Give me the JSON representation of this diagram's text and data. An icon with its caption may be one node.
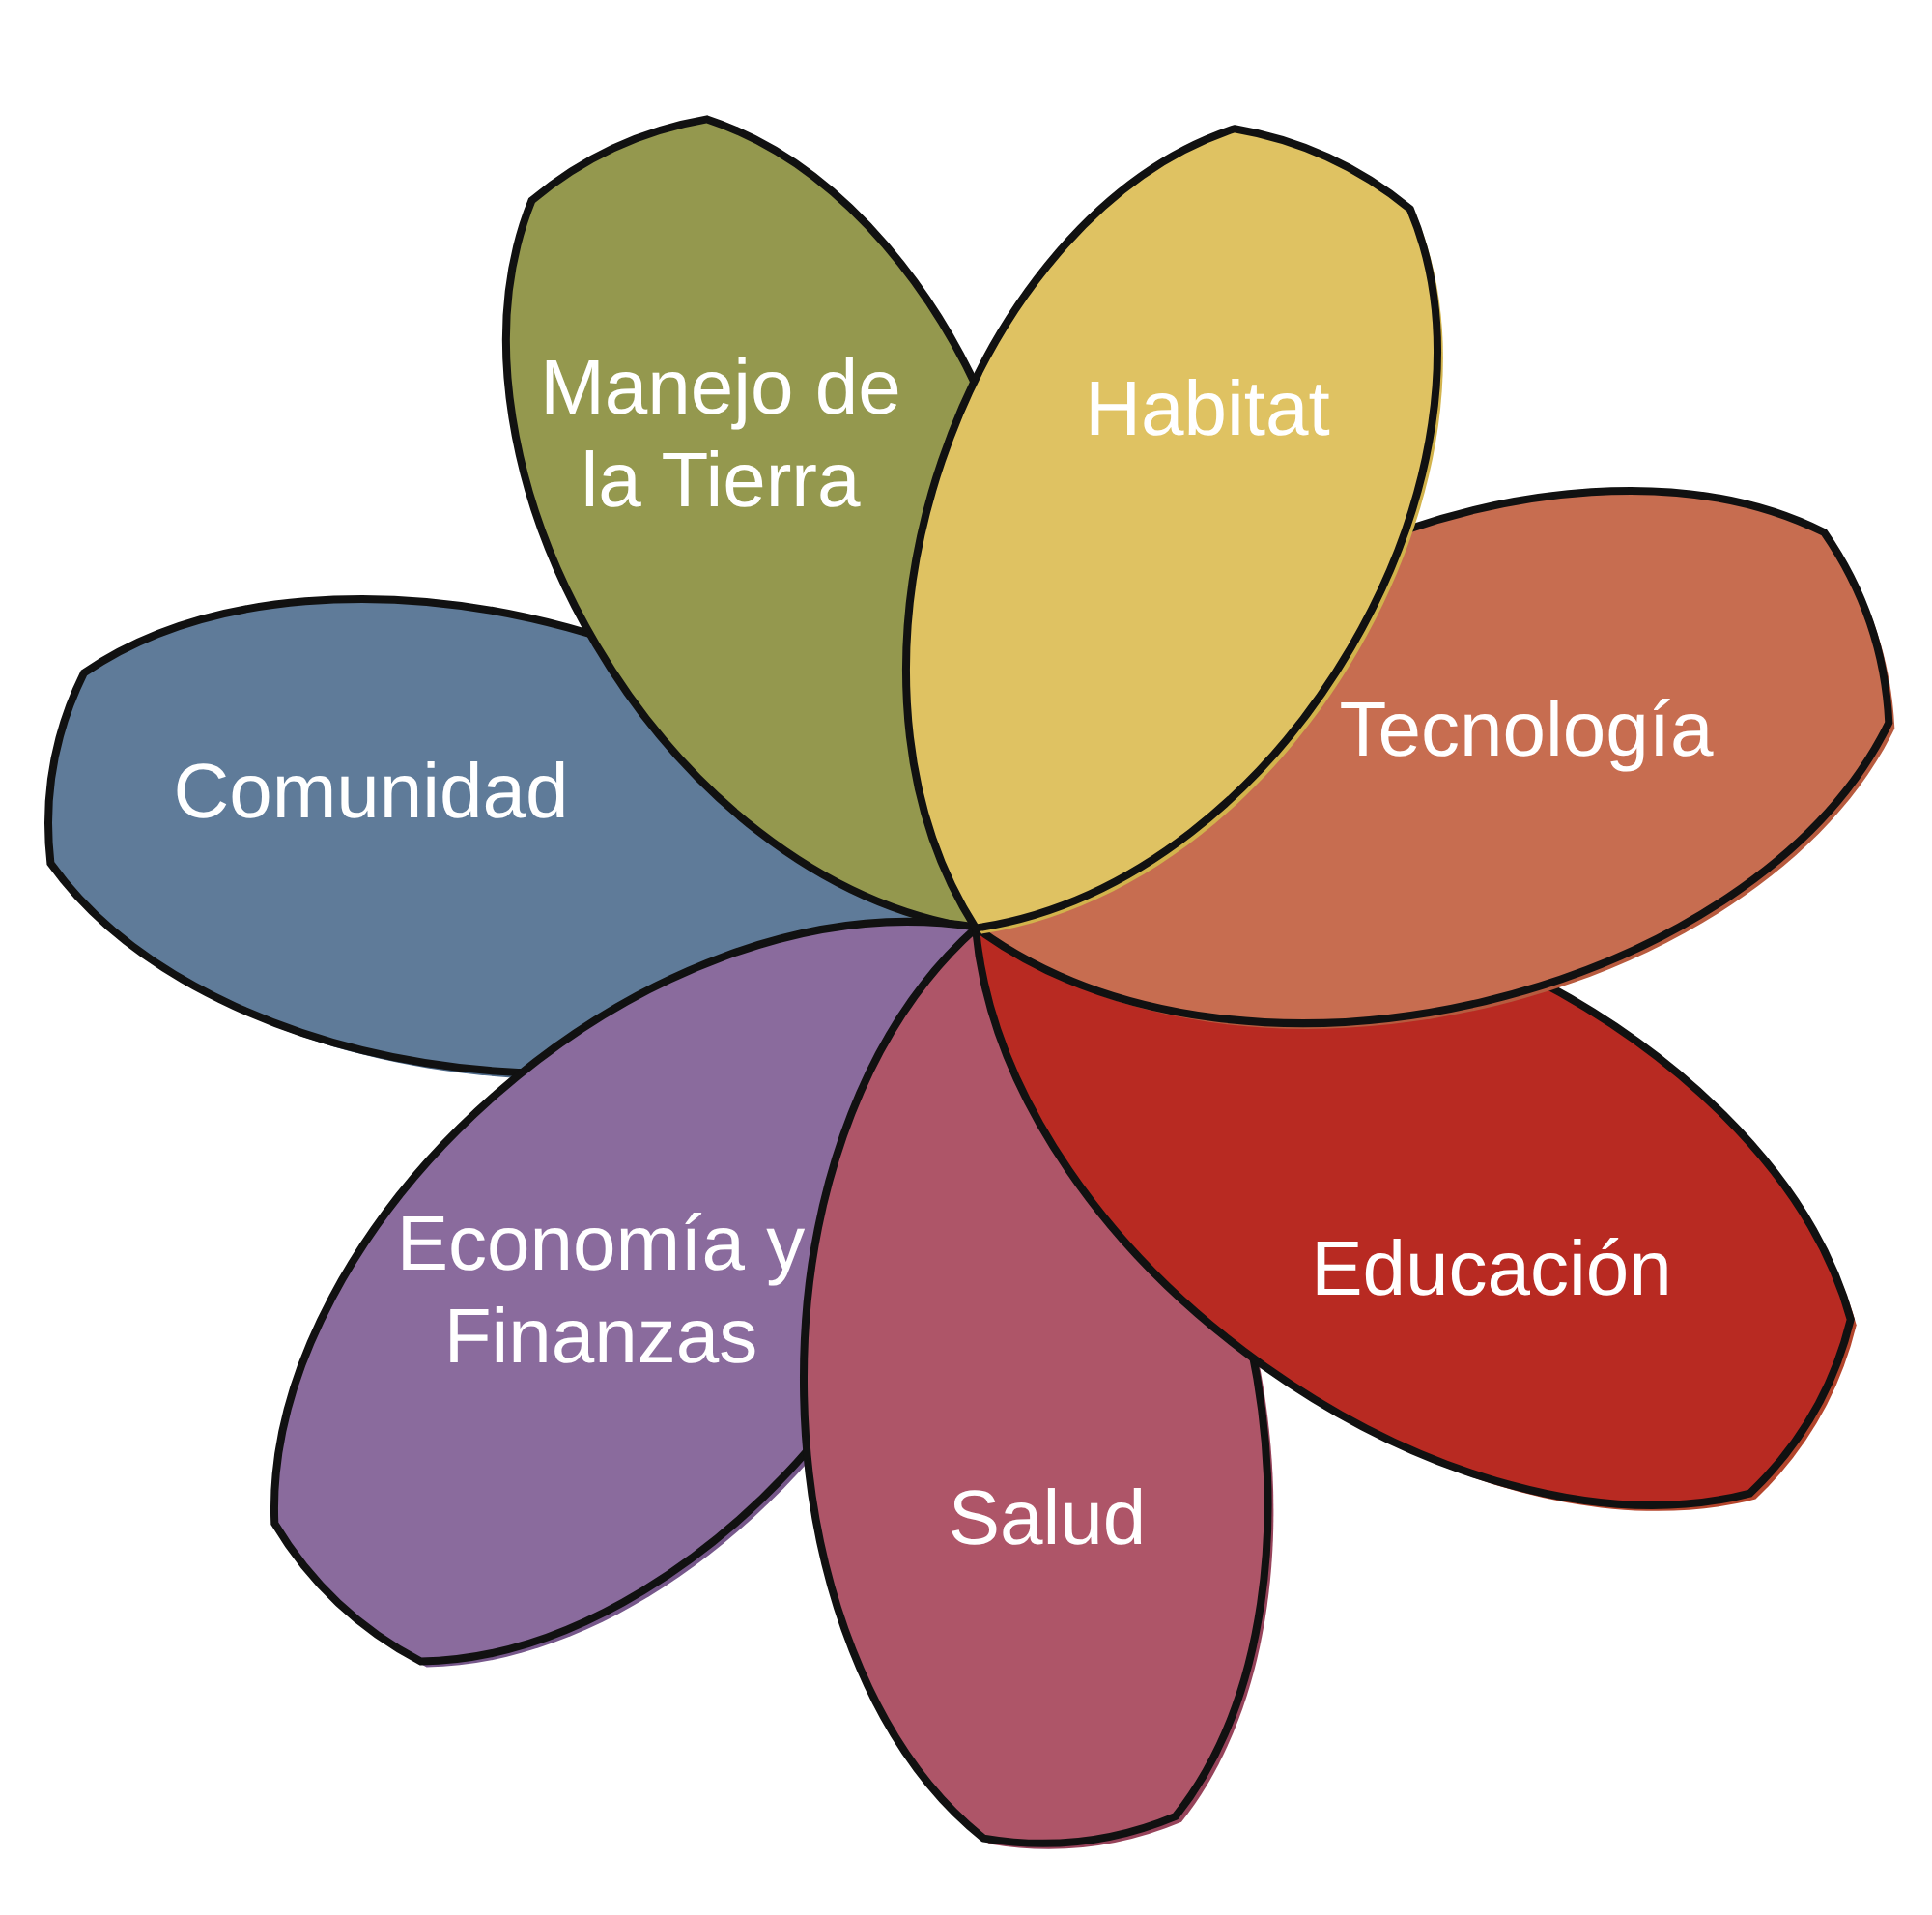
{
  "diagram": {
    "nodes": [
      {
        "text": [
          "Manejo de la Tierra"
        ]
      },
      {
        "text": [
          "Habitat"
        ]
      },
      {
        "text": [
          "Tecnología"
        ]
      },
      {
        "text": [
          "Educación"
        ]
      },
      {
        "text": [
          "Salud"
        ]
      },
      {
        "text": [
          "Economía y Finanzas"
        ]
      },
      {
        "text": [
          "Comunidad"
        ]
      }
    ]
  }
}
